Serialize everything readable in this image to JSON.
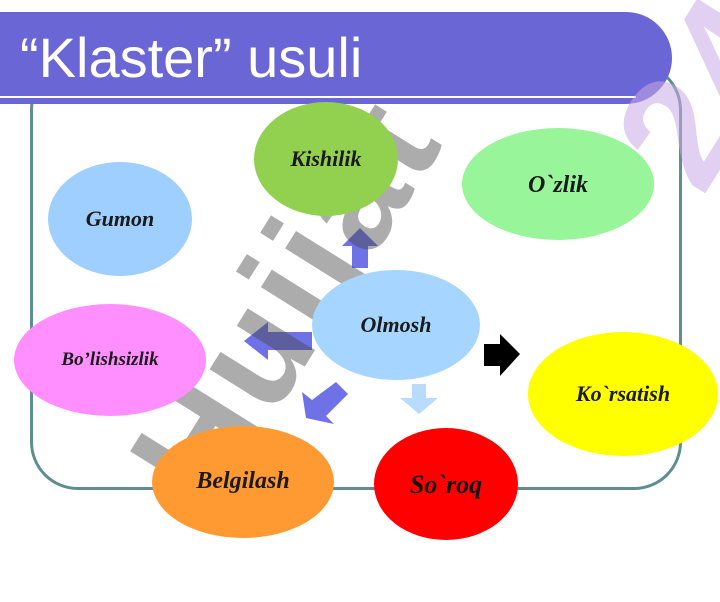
{
  "slide": {
    "title": "“Klaster” usuli",
    "watermark": "Hujjat",
    "watermark_number": "24"
  },
  "bubbles": {
    "gumon": {
      "label": "Gumon",
      "color": "#9fcfff"
    },
    "kishilik": {
      "label": "Kishilik",
      "color": "#92d050"
    },
    "ozlik": {
      "label": "O`zlik",
      "color": "#99f59a"
    },
    "olmosh": {
      "label": "Olmosh",
      "color": "#a6d6ff"
    },
    "bolishsizlik": {
      "label": "Bo’lishsizlik",
      "color": "#ff8fff"
    },
    "korsatish": {
      "label": "Ko`rsatish",
      "color": "#ffff00"
    },
    "belgilash": {
      "label": "Belgilash",
      "color": "#ff9a33"
    },
    "soroq": {
      "label": "So`roq",
      "color": "#ff0000"
    }
  },
  "colors": {
    "title_bar": "#6a66d6",
    "frame_border": "#5e8e8e",
    "arrow_blue": "#6f72e6",
    "arrow_light": "#b8dcff",
    "arrow_black": "#000000"
  }
}
